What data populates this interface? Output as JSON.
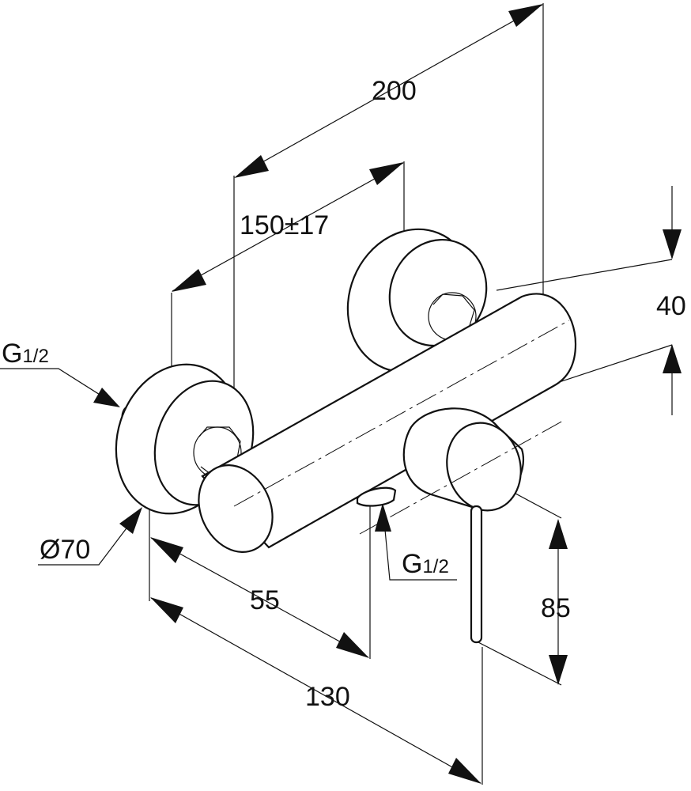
{
  "dimensions": {
    "overall_length": "200",
    "connection_spacing": "150±17",
    "body_offset": "40",
    "spout_drop": "85",
    "depth_short": "55",
    "depth_total": "130",
    "rosette_diameter": "Ø70",
    "thread_left": {
      "main": "G",
      "sub": "1/2"
    },
    "thread_outlet": {
      "main": "G",
      "sub": "1/2"
    }
  }
}
